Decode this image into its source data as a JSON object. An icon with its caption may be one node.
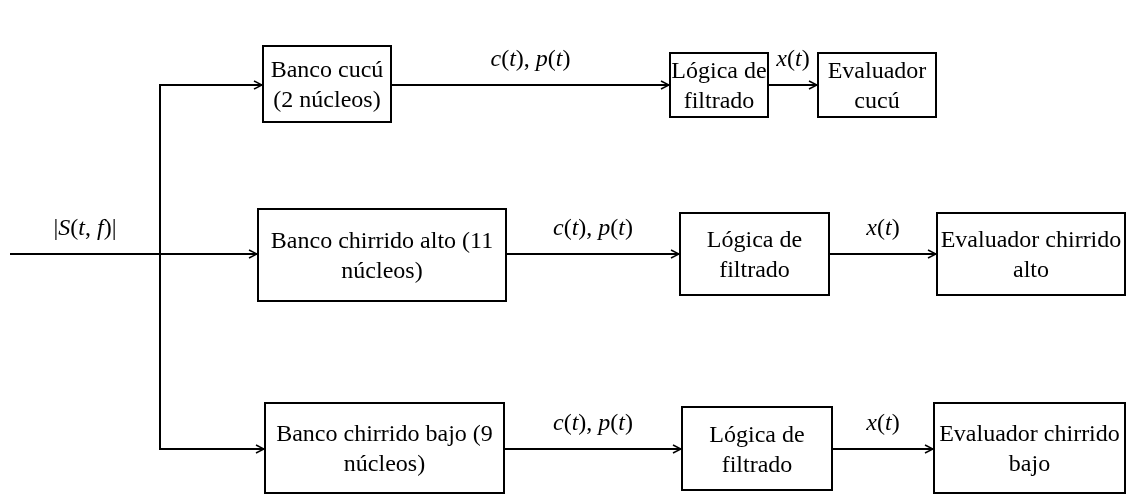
{
  "diagram": {
    "nodes": [
      {
        "text": [
          "Banco cucú (2 núcleos)"
        ]
      },
      {
        "text": [
          "Lógica de filtrado"
        ]
      },
      {
        "text": [
          "Evaluador cucú"
        ]
      },
      {
        "text": [
          "Banco chirrido alto (11 núcleos)"
        ]
      },
      {
        "text": [
          "Lógica de filtrado"
        ]
      },
      {
        "text": [
          "Evaluador chirrido alto"
        ]
      },
      {
        "text": [
          "Banco chirrido bajo (9 núcleos)"
        ]
      },
      {
        "text": [
          "Lógica de filtrado"
        ]
      },
      {
        "text": [
          "Evaluador chirrido bajo"
        ]
      }
    ],
    "edges": [
      {
        "from": null,
        "to": 0,
        "arrow": "to"
      },
      {
        "from": null,
        "to": 3,
        "arrow": "to",
        "label": "|*S*(*t*, *f*)|"
      },
      {
        "from": null,
        "to": 6,
        "arrow": "to"
      },
      {
        "from": 0,
        "to": 1,
        "arrow": "to",
        "label": "*c*(*t*), *p*(*t*)"
      },
      {
        "from": 1,
        "to": 2,
        "arrow": "to",
        "label": "*x*(*t*)"
      },
      {
        "from": 3,
        "to": 4,
        "arrow": "to",
        "label": "*c*(*t*), *p*(*t*)"
      },
      {
        "from": 4,
        "to": 5,
        "arrow": "to",
        "label": "*x*(*t*)"
      },
      {
        "from": 6,
        "to": 7,
        "arrow": "to",
        "label": "*c*(*t*), *p*(*t*)"
      },
      {
        "from": 7,
        "to": 8,
        "arrow": "to",
        "label": "*x*(*t*)"
      }
    ]
  }
}
